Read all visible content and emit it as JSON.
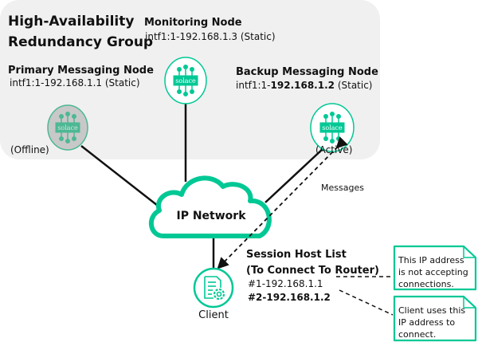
{
  "group": {
    "title_line1": "High-Availability",
    "title_line2": "Redundancy Group"
  },
  "monitoring": {
    "name": "Monitoring Node",
    "address": "intf1:1-192.168.1.3 (Static)"
  },
  "primary": {
    "name": "Primary Messaging Node",
    "address": "intf1:1-192.168.1.1 (Static)",
    "status": "(Offline)"
  },
  "backup": {
    "name": "Backup Messaging Node",
    "address_prefix": "intf1:1-",
    "address_ip": "192.168.1.2",
    "address_suffix": " (Static)",
    "status": "(Active)"
  },
  "node_logo": "solace",
  "network": {
    "label": "IP Network"
  },
  "messages_label": "Messages",
  "client": {
    "label": "Client"
  },
  "session": {
    "title_line1": "Session Host List",
    "title_line2": "(To Connect To Router)",
    "host1": "#1-192.168.1.1",
    "host2": "#2-192.168.1.2"
  },
  "notes": [
    {
      "lines": [
        "This IP address",
        "is not accepting",
        "connections."
      ]
    },
    {
      "lines": [
        "Client uses this",
        "IP address to",
        "connect."
      ]
    }
  ],
  "colors": {
    "accent": "#00c895",
    "group_bg": "#f0f0f0",
    "offline": "#c8c8c8"
  }
}
